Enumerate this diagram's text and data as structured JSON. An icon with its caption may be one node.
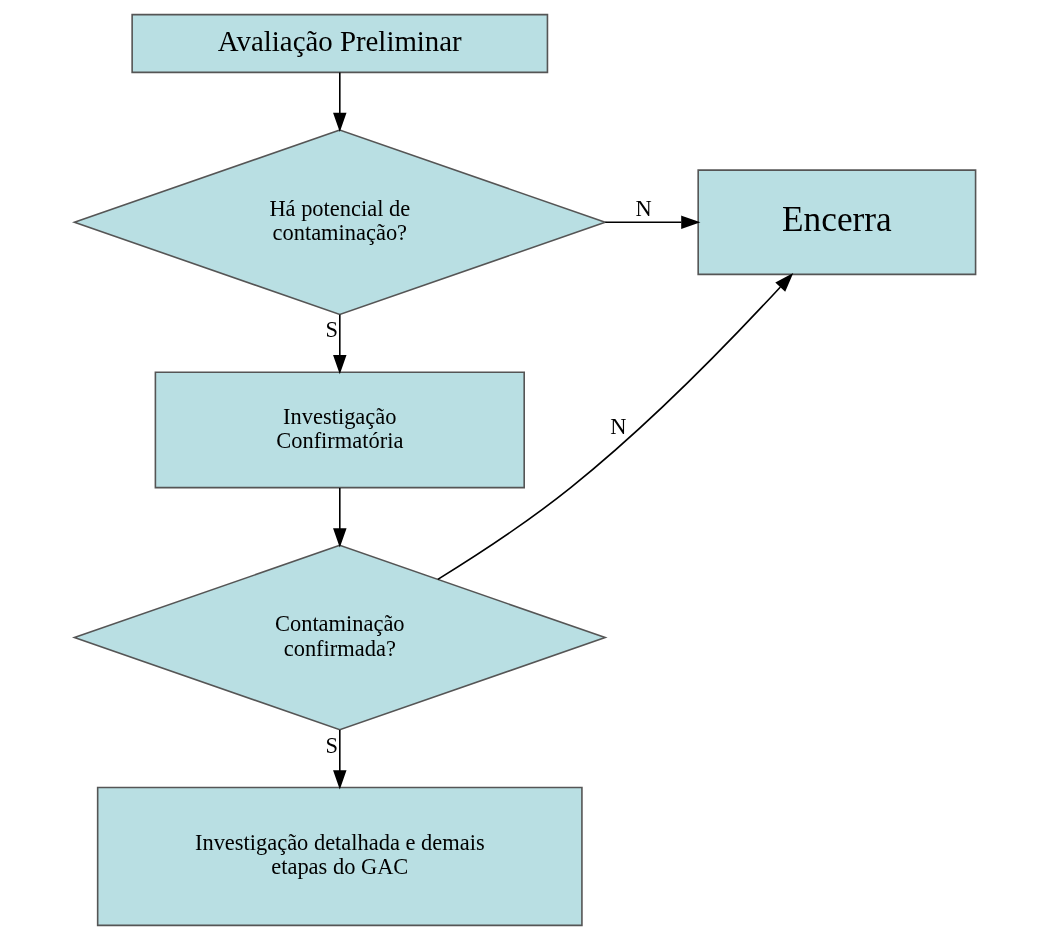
{
  "diagram": {
    "nodes": [
      {
        "text": [
          "Avaliação Preliminar"
        ]
      },
      {
        "text": [
          "Há potencial de contaminação?"
        ]
      },
      {
        "text": [
          "Encerra"
        ]
      },
      {
        "text": [
          "Investigação Confirmatória"
        ]
      },
      {
        "text": [
          "Contaminação confirmada?"
        ]
      },
      {
        "text": [
          "Investigação detalhada e demais etapas do GAC"
        ]
      }
    ],
    "edges": [
      {
        "from": 0,
        "to": 1,
        "arrow": "to"
      },
      {
        "from": 1,
        "to": 2,
        "arrow": "to",
        "label": "N"
      },
      {
        "from": 1,
        "to": 3,
        "arrow": "to",
        "label": "S"
      },
      {
        "from": 3,
        "to": 4,
        "arrow": "to"
      },
      {
        "from": 4,
        "to": 2,
        "arrow": "to",
        "label": "N"
      },
      {
        "from": 4,
        "to": 5,
        "arrow": "to",
        "label": "S"
      }
    ]
  }
}
